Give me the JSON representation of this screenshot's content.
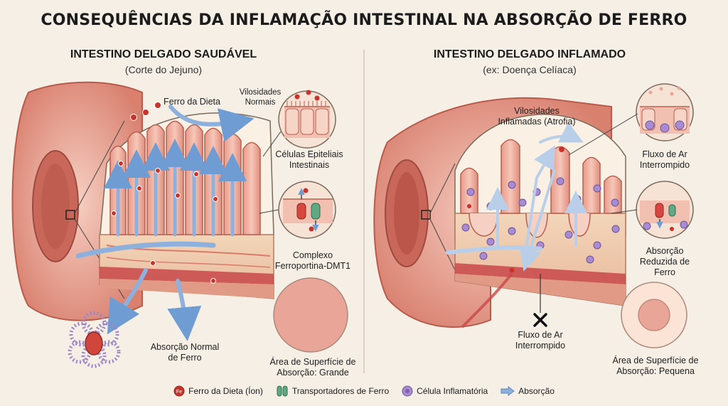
{
  "title": "CONSEQUÊNCIAS DA INFLAMAÇÃO INTESTINAL NA ABSORÇÃO DE FERRO",
  "healthy": {
    "title": "INTESTINO DELGADO SAUDÁVEL",
    "subtitle": "(Corte do Jejuno)",
    "labels": {
      "iron_diet": "Ferro da Dieta",
      "villi_normal_1": "Vilosidades",
      "villi_normal_2": "Normais",
      "epithelial_1": "Células Epiteliais",
      "epithelial_2": "Intestinais",
      "complex_1": "Complexo",
      "complex_2": "Ferroportina-DMT1",
      "absorption_1": "Absorção Normal",
      "absorption_2": "de Ferro",
      "surface_1": "Área de Superfície de",
      "surface_2": "Absorção: Grande"
    }
  },
  "inflamed": {
    "title": "INTESTINO DELGADO INFLAMADO",
    "subtitle": "(ex: Doença Celíaca)",
    "labels": {
      "villi_inflamed_1": "Vilosidades",
      "villi_inflamed_2": "Inflamadas (Atrofia)",
      "flow_top_1": "Fluxo de Ar",
      "flow_top_2": "Interrompido",
      "reduced_1": "Absorção",
      "reduced_2": "Reduzida de",
      "reduced_3": "Ferro",
      "flow_bottom_1": "Fluxo de Ar",
      "flow_bottom_2": "Interrompido",
      "surface_1": "Área de Superfície de",
      "surface_2": "Absorção: Pequena"
    }
  },
  "legend": {
    "iron": "Ferro da Dieta (Íon)",
    "transporters": "Transportadores de Ferro",
    "inflammatory": "Célula Inflamatória",
    "absorption": "Absorção"
  },
  "icons": {
    "iron_glyph": "Fe"
  },
  "colors": {
    "tissue": "#e9a597",
    "tissue_light": "#f3c6b8",
    "tissue_dark": "#c9675a",
    "iron": "#c8342c",
    "transporter": "#5fa985",
    "inflammatory": "#a98bd1",
    "arrow": "#8db1dc"
  }
}
